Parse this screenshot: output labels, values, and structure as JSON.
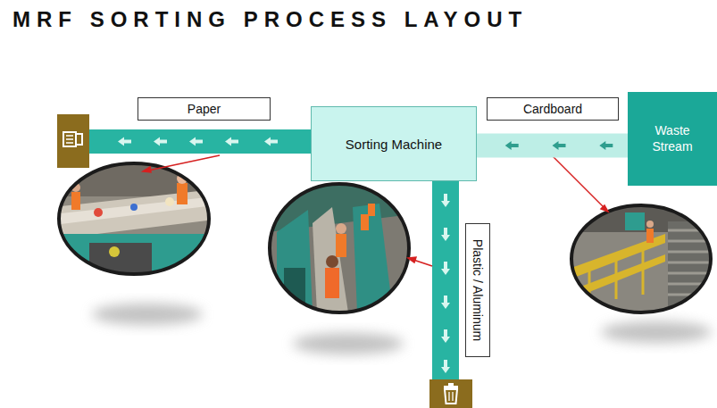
{
  "diagram": {
    "title": "MRF SORTING PROCESS LAYOUT",
    "nodes": [
      {
        "text": [
          "Paper"
        ]
      },
      {
        "text": [
          "Sorting Machine"
        ]
      },
      {
        "text": [
          "Cardboard"
        ]
      },
      {
        "text": [
          "Waste Stream"
        ]
      },
      {
        "text": [
          "Plastic / Aluminum"
        ]
      }
    ],
    "edges": [
      {
        "from": 3,
        "to": 1,
        "arrow": "to"
      }
    ]
  }
}
